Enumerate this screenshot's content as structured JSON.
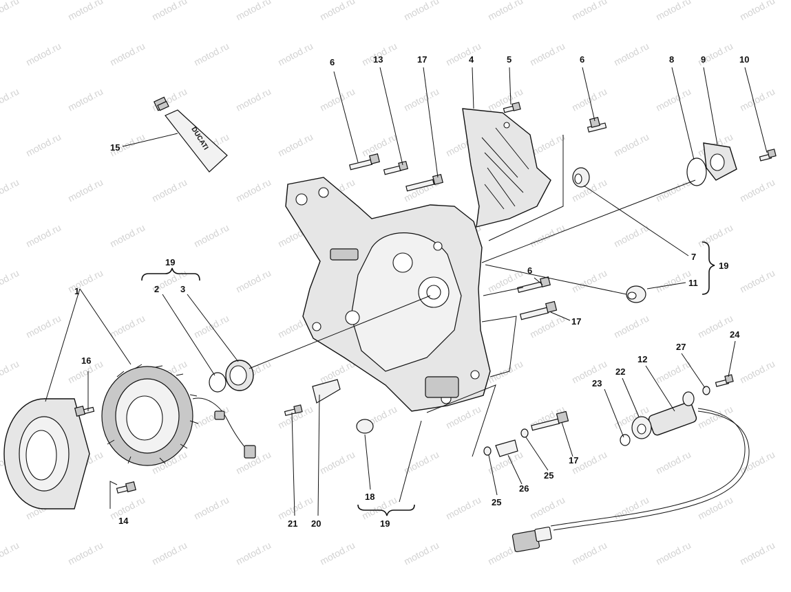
{
  "watermark": {
    "text": "motod.ru"
  },
  "tube_brand": "DUCATI",
  "callouts": {
    "c1": "1",
    "c2": "2",
    "c3": "3",
    "c4": "4",
    "c5": "5",
    "c6a": "6",
    "c6b": "6",
    "c6c": "6",
    "c7": "7",
    "c8": "8",
    "c9": "9",
    "c10": "10",
    "c11": "11",
    "c12": "12",
    "c13": "13",
    "c14": "14",
    "c15": "15",
    "c16": "16",
    "c17a": "17",
    "c17b": "17",
    "c17c": "17",
    "c18": "18",
    "c19a": "19",
    "c19b": "19",
    "c19c": "19",
    "c20": "20",
    "c21": "21",
    "c22": "22",
    "c23": "23",
    "c24": "24",
    "c25a": "25",
    "c25b": "25",
    "c26": "26",
    "c27": "27"
  }
}
